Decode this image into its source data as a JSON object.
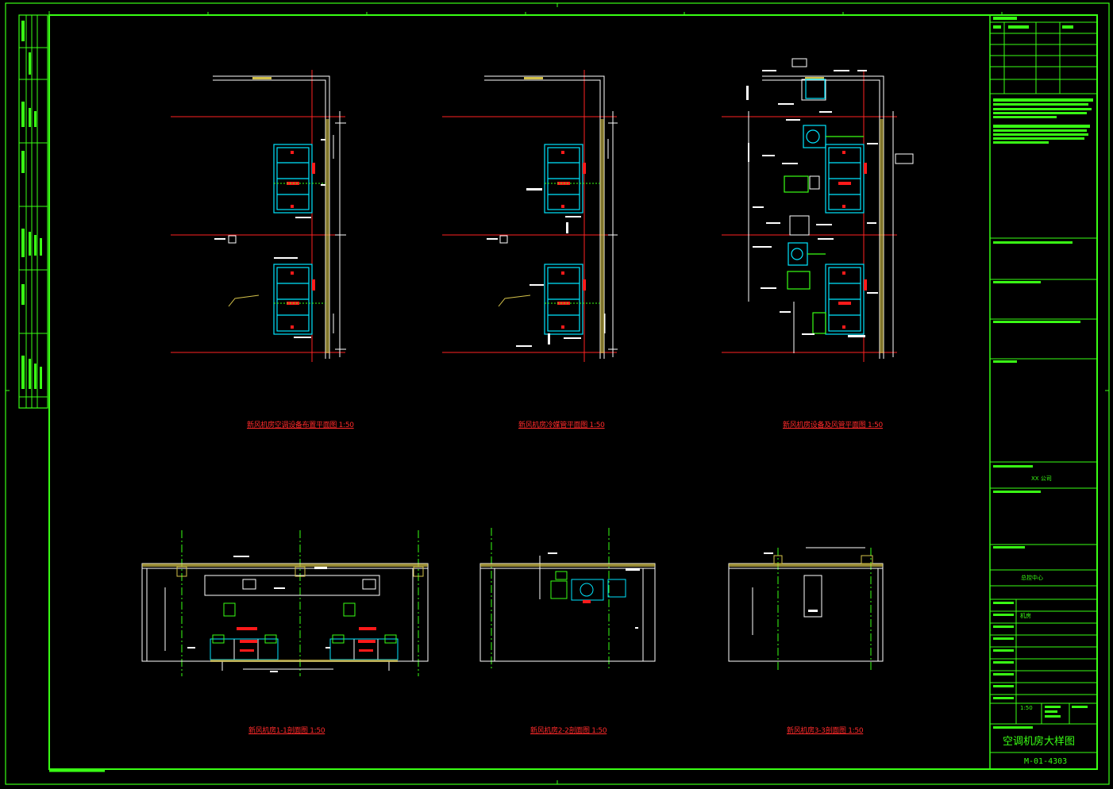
{
  "colors": {
    "background": "#000000",
    "frame": "#39ff14",
    "wall": "#ffffff",
    "axis": "#ff2222",
    "equipment": "#00e5ff",
    "accent": "#ff1a1a",
    "hatch": "#d4c24a"
  },
  "drawing": {
    "title": "空调机房大样图",
    "number": "M-01-4303",
    "company": "XX 公司",
    "project": "总控中心",
    "scale_note": "1:50",
    "remark": "机房"
  },
  "plans": [
    {
      "id": "plan-1",
      "caption": "新风机房空调设备布置平面图 1:50"
    },
    {
      "id": "plan-2",
      "caption": "新风机房冷媒管平面图  1:50"
    },
    {
      "id": "plan-3",
      "caption": "新风机房设备及风管平面图 1:50"
    }
  ],
  "sections": [
    {
      "id": "section-1",
      "caption": "新风机房1-1剖面图 1:50"
    },
    {
      "id": "section-2",
      "caption": "新风机房2-2剖面图 1:50"
    },
    {
      "id": "section-3",
      "caption": "新风机房3-3剖面图 1:50"
    }
  ]
}
